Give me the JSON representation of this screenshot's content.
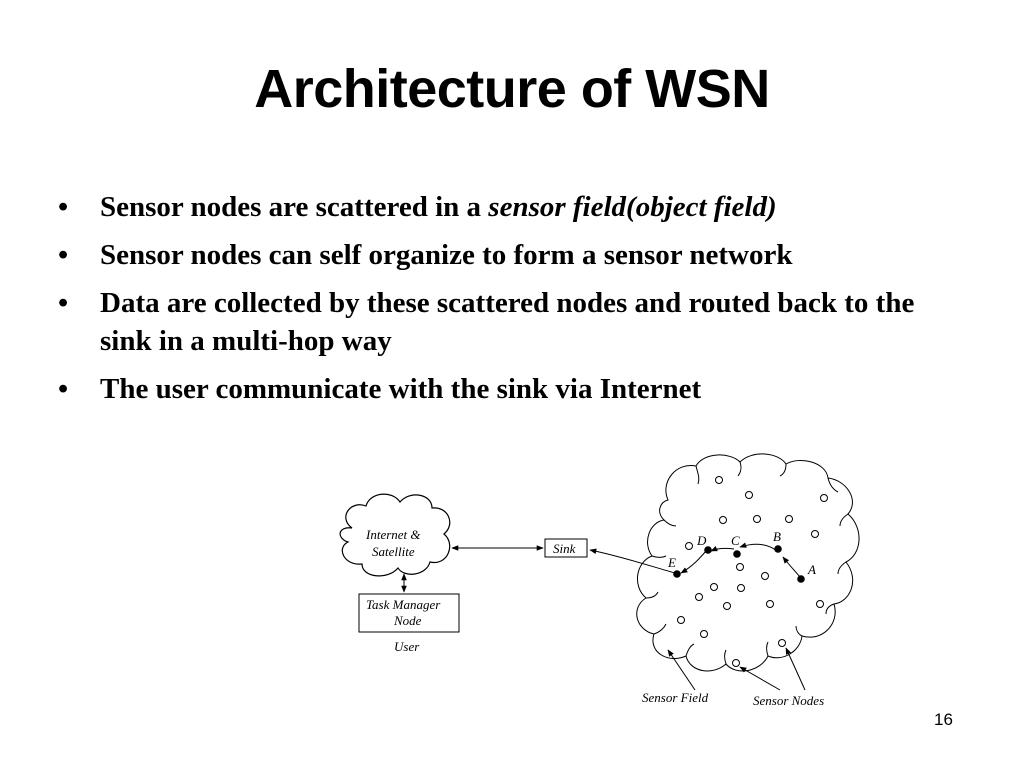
{
  "slide": {
    "title": "Architecture of WSN",
    "page_number": "16"
  },
  "bullets": [
    {
      "text": "Sensor nodes are scattered in a ",
      "emphasis": "sensor field(object field)"
    },
    {
      "text": "Sensor nodes can self organize to form a sensor network",
      "emphasis": ""
    },
    {
      "text": "Data are collected by these scattered nodes and routed back to the sink in a multi-hop way",
      "emphasis": ""
    },
    {
      "text": "The user communicate with the sink via Internet",
      "emphasis": ""
    }
  ],
  "diagram": {
    "cloud_label_line1": "Internet &",
    "cloud_label_line2": "Satellite",
    "sink_label": "Sink",
    "task_manager_line1": "Task Manager",
    "task_manager_line2": "Node",
    "user_label": "User",
    "node_labels": {
      "E": "E",
      "D": "D",
      "C": "C",
      "B": "B",
      "A": "A"
    },
    "sensor_field_label": "Sensor Field",
    "sensor_nodes_label": "Sensor Nodes"
  }
}
